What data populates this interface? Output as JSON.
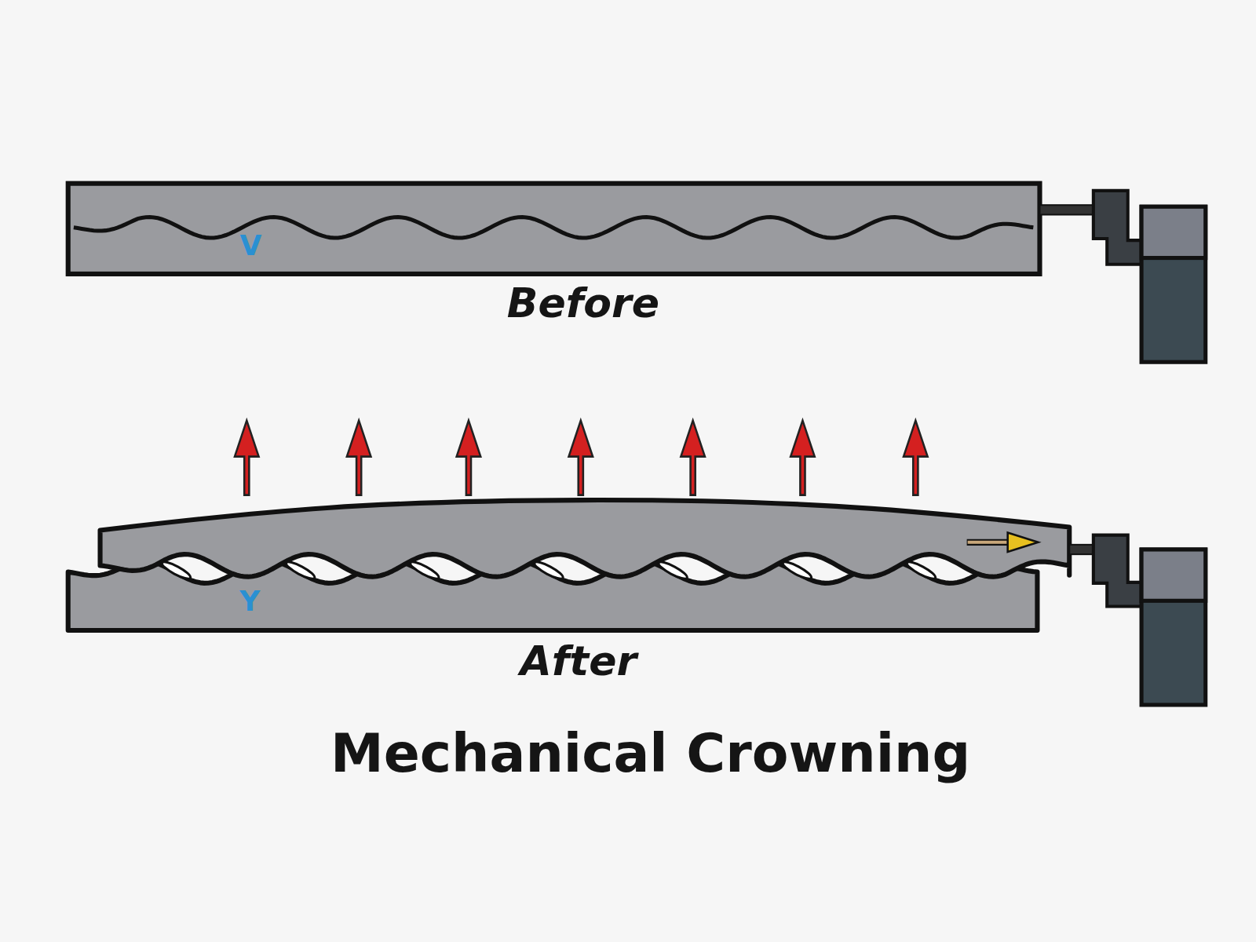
{
  "diagram": {
    "title": "Mechanical Crowning",
    "labels": [
      "V",
      "Before",
      "Y",
      "After"
    ]
  }
}
